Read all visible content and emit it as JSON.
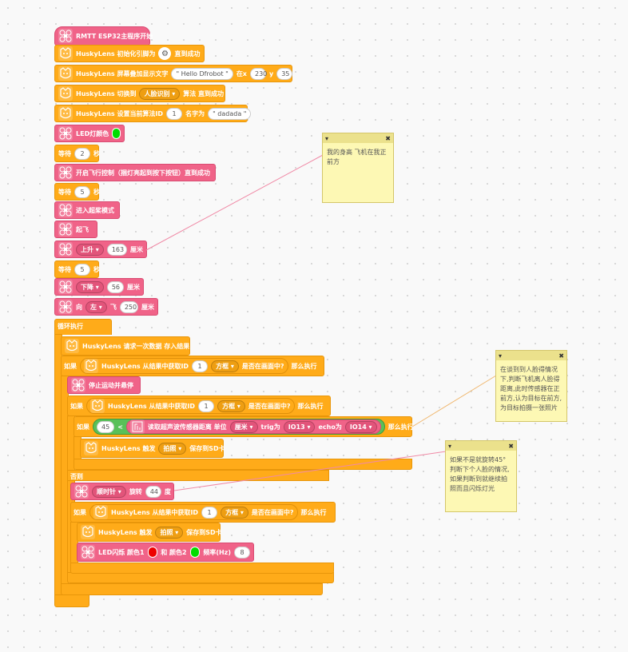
{
  "blocks": {
    "start": "RMTT ESP32主程序开始",
    "husky_init": {
      "label": "HuskyLens 初始化引脚为",
      "suffix": "直到成功"
    },
    "husky_osd": {
      "label": "HuskyLens 屏幕叠加显示文字",
      "text": "\" Hello Dfrobot \"",
      "at_x": "在x",
      "x": "230",
      "y_lbl": "y",
      "y": "35"
    },
    "husky_switch": {
      "label": "HuskyLens 切换到",
      "algo": "人脸识别",
      "suffix": "算法 直到成功"
    },
    "husky_setname": {
      "label": "HuskyLens 设置当前算法ID",
      "id": "1",
      "name_lbl": "名字为",
      "name": "\" dadada \""
    },
    "led_color": {
      "label": "LED灯颜色",
      "color": "#00dd00"
    },
    "wait1": {
      "label": "等待",
      "val": "2",
      "unit": "秒"
    },
    "flight_ctrl": "开启飞行控制（捆灯亮起到按下按钮）直到成功",
    "wait2": {
      "label": "等待",
      "val": "5",
      "unit": "秒"
    },
    "paddle": "进入超桨模式",
    "takeoff": "起飞",
    "up": {
      "dir": "上升",
      "val": "163",
      "unit": "厘米"
    },
    "wait3": {
      "label": "等待",
      "val": "5",
      "unit": "秒"
    },
    "down": {
      "dir": "下降",
      "val": "56",
      "unit": "厘米"
    },
    "fly": {
      "pre": "向",
      "dir": "左",
      "mid": "飞",
      "val": "250",
      "unit": "厘米"
    },
    "forever": "循环执行",
    "request": "HuskyLens 请求一次数据 存入结果",
    "if1": {
      "kw": "如果",
      "label": "HuskyLens 从结果中获取ID",
      "id": "1",
      "shape": "方框",
      "q": "是否在画面中?",
      "then": "那么执行"
    },
    "stop": "停止运动并悬停",
    "if2": {
      "kw": "如果",
      "label": "HuskyLens 从结果中获取ID",
      "id": "1",
      "shape": "方框",
      "q": "是否在画面中?",
      "then": "那么执行"
    },
    "if3": {
      "kw": "如果",
      "num": "45",
      "op": "<",
      "sensor": "读取超声波传感器距离 单位",
      "unit": "厘米",
      "trig_lbl": "trig为",
      "trig": "IO13",
      "echo_lbl": "echo为",
      "echo": "IO14",
      "then": "那么执行"
    },
    "photo1": {
      "label": "HuskyLens 触发",
      "mode": "拍照",
      "suffix": "保存到SD卡"
    },
    "else": "否则",
    "rotate": {
      "dir": "顺时针",
      "label": "旋转",
      "val": "44",
      "unit": "度"
    },
    "if4": {
      "kw": "如果",
      "label": "HuskyLens 从结果中获取ID",
      "id": "1",
      "shape": "方框",
      "q": "是否在画面中?",
      "then": "那么执行"
    },
    "photo2": {
      "label": "HuskyLens 触发",
      "mode": "拍照",
      "suffix": "保存到SD卡"
    },
    "blink": {
      "label": "LED闪烁 颜色1",
      "c1": "#ee0000",
      "and": "和 颜色2",
      "c2": "#00dd00",
      "freq": "频率(Hz)",
      "val": "8"
    }
  },
  "notes": [
    {
      "text": "我的身高 飞机在我正前方"
    },
    {
      "text": "在谈到到人脸得情况下,判断飞机离人脸得距离,此时传感器在正前方,认为目标在前方,为目标拍摄一张照片"
    },
    {
      "text": "如果不是就旋转45°判断下个人脸的情况,如果判断到就继续拍照而且闪烁灯光"
    }
  ],
  "colors": {
    "drone": "#f06388",
    "control": "#ffab19",
    "operator": "#59c059",
    "note": "#fdf8b4"
  }
}
